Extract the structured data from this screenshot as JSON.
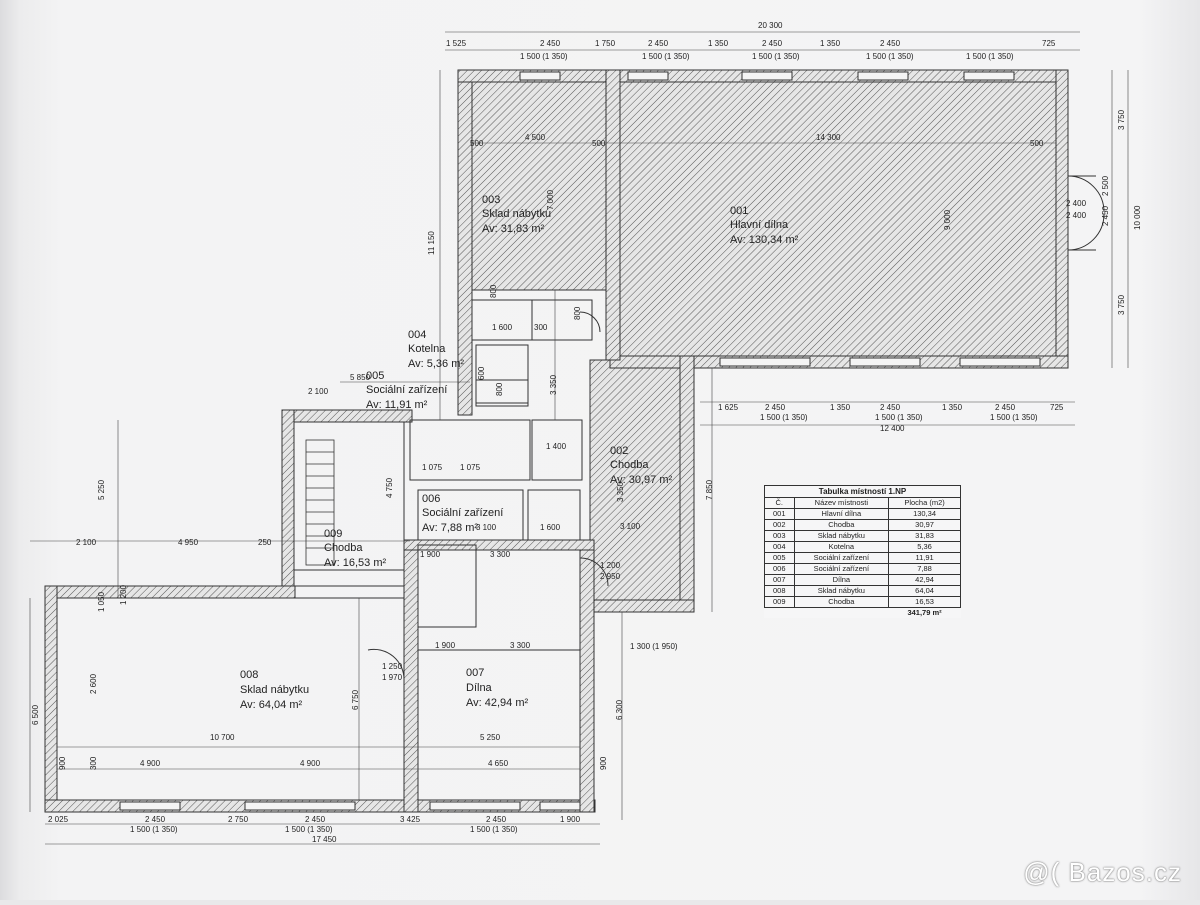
{
  "rooms": [
    {
      "id": "001",
      "name": "Hlavní dílna",
      "area": "Av: 130,34 m²"
    },
    {
      "id": "002",
      "name": "Chodba",
      "area": "Av: 30,97 m²"
    },
    {
      "id": "003",
      "name": "Sklad nábytku",
      "area": "Av: 31,83 m²"
    },
    {
      "id": "004",
      "name": "Kotelna",
      "area": "Av: 5,36 m²"
    },
    {
      "id": "005",
      "name": "Sociální zařízení",
      "area": "Av: 11,91 m²"
    },
    {
      "id": "006",
      "name": "Sociální zařízení",
      "area": "Av: 7,88 m²"
    },
    {
      "id": "007",
      "name": "Dílna",
      "area": "Av: 42,94 m²"
    },
    {
      "id": "008",
      "name": "Sklad nábytku",
      "area": "Av: 64,04 m²"
    },
    {
      "id": "009",
      "name": "Chodba",
      "area": "Av: 16,53 m²"
    }
  ],
  "table": {
    "title": "Tabulka místností 1.NP",
    "headers": [
      "Č.",
      "Název místnosti",
      "Plocha (m2)"
    ],
    "rows": [
      [
        "001",
        "Hlavní dílna",
        "130,34"
      ],
      [
        "002",
        "Chodba",
        "30,97"
      ],
      [
        "003",
        "Sklad nábytku",
        "31,83"
      ],
      [
        "004",
        "Kotelna",
        "5,36"
      ],
      [
        "005",
        "Sociální zařízení",
        "11,91"
      ],
      [
        "006",
        "Sociální zařízení",
        "7,88"
      ],
      [
        "007",
        "Dílna",
        "42,94"
      ],
      [
        "008",
        "Sklad nábytku",
        "64,04"
      ],
      [
        "009",
        "Chodba",
        "16,53"
      ]
    ],
    "total": "341,79 m²"
  },
  "dimensions": {
    "top_total": "20 300",
    "top_segments": [
      "1 525",
      "2 450",
      "1 750",
      "2 450",
      "1 350",
      "2 450",
      "1 350",
      "2 450",
      "725"
    ],
    "window": "1 500 (1 350)",
    "d4500": "4 500",
    "d14300": "14 300",
    "d11150": "11 150",
    "d9000": "9 000",
    "d7000": "7 000",
    "d3750": "3 750",
    "d10000": "10 000",
    "d2450": "2 450",
    "d2400": "2 400",
    "d2500": "2 500",
    "d500": "500",
    "d12400": "12 400",
    "d1625": "1 625",
    "d5850": "5 850",
    "d2100": "2 100",
    "d5250": "5 250",
    "d4950": "4 950",
    "d250": "250",
    "d4750": "4 750",
    "d7850": "7 850",
    "d3100": "3 100",
    "d3300": "3 300",
    "d1900": "1 900",
    "d10700": "10 700",
    "d4900": "4 900",
    "d4650": "4 650",
    "d6750": "6 750",
    "d6300": "6 300",
    "d6500": "6 500",
    "d2600": "2 600",
    "d300": "300",
    "d1050": "1 050",
    "d1200": "1 200",
    "d1250": "1 250",
    "d1970": "1 970",
    "d2950": "2 950",
    "d3350": "3 350",
    "d1600": "1 600",
    "d1400": "1 400",
    "d1075": "1 075",
    "d1050b": "1 050",
    "d800": "800",
    "d600": "600",
    "d900": "900",
    "d1300w": "1 300 (1 950)",
    "bottom_total": "17 450",
    "bottom_segments": [
      "2 025",
      "2 450",
      "2 750",
      "2 450",
      "3 425",
      "2 450",
      "1 900"
    ]
  },
  "watermark": "@( Bazos.cz"
}
